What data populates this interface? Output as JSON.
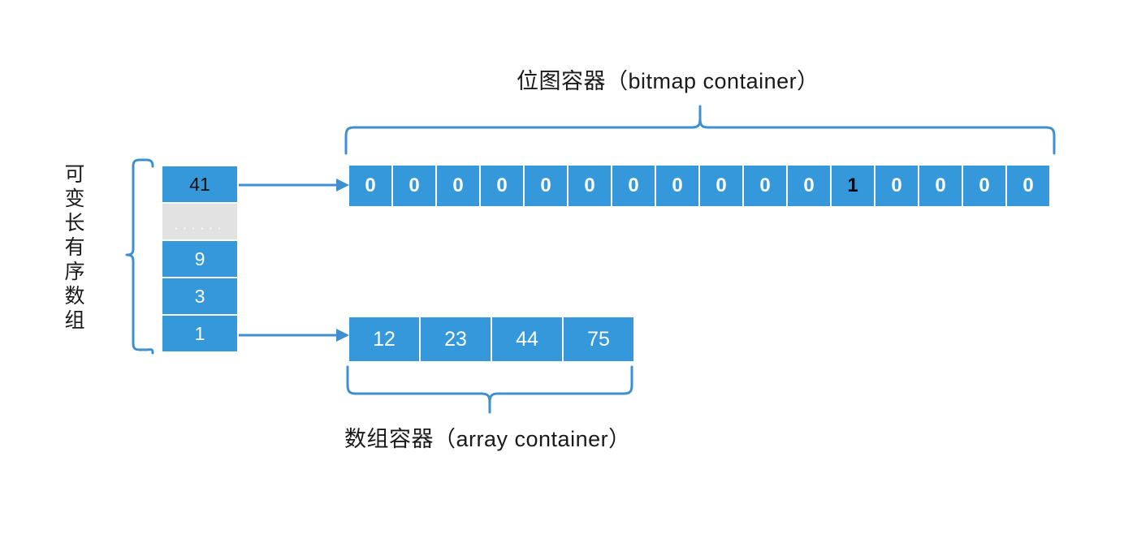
{
  "diagram": {
    "title_bitmap": "位图容器（bitmap container）",
    "title_array": "数组容器（array container）",
    "side_label": "可变长有序数组",
    "side_label_chars": [
      "可",
      "变",
      "长",
      "有",
      "序",
      "数",
      "组"
    ],
    "accent_color": "#3498db",
    "ellipsis_color": "#e2e2e2",
    "text_dark": "#1a1a1a"
  },
  "sorted_array": {
    "cells": [
      {
        "value": "41",
        "style": "dark-text"
      },
      {
        "value": "······",
        "style": "ellipsis"
      },
      {
        "value": "9",
        "style": "light-text"
      },
      {
        "value": "3",
        "style": "light-text"
      },
      {
        "value": "1",
        "style": "light-text"
      }
    ]
  },
  "bitmap_container": {
    "bits": [
      "0",
      "0",
      "0",
      "0",
      "0",
      "0",
      "0",
      "0",
      "0",
      "0",
      "0",
      "1",
      "0",
      "0",
      "0",
      "0"
    ],
    "set_index": 11,
    "length": 16
  },
  "array_container": {
    "values": [
      "12",
      "23",
      "44",
      "75"
    ],
    "length": 4
  },
  "chart_data": {
    "type": "table",
    "title": "位图容器（bitmap container）",
    "series": [
      {
        "name": "位图容器（bitmap container）",
        "values": [
          0,
          0,
          0,
          0,
          0,
          0,
          0,
          0,
          0,
          0,
          0,
          1,
          0,
          0,
          0,
          0
        ]
      },
      {
        "name": "数组容器（array container）",
        "values": [
          12,
          23,
          44,
          75
        ]
      },
      {
        "name": "可变长有序数组",
        "values": [
          "41",
          "······",
          "9",
          "3",
          "1"
        ]
      }
    ]
  }
}
